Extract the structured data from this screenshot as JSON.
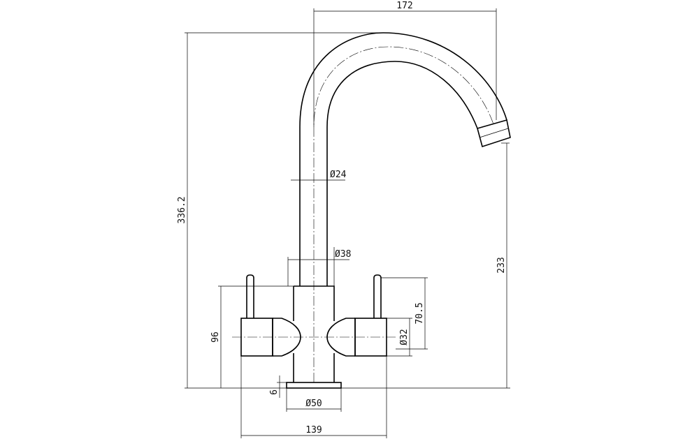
{
  "drawing": {
    "dimensions": {
      "spout_reach": "172",
      "total_height": "336.2",
      "spout_height": "233",
      "spout_diameter": "Ø24",
      "body_diameter": "Ø38",
      "handle_height": "70.5",
      "handle_diameter": "Ø32",
      "body_height": "96",
      "base_thickness": "6",
      "base_diameter": "Ø50",
      "overall_width": "139"
    }
  }
}
